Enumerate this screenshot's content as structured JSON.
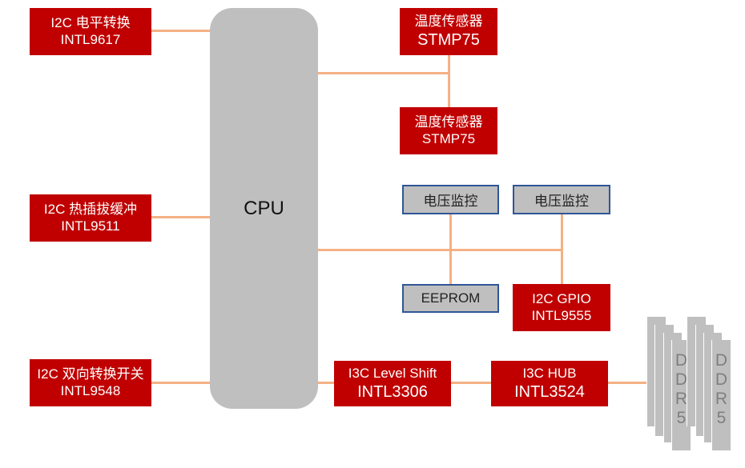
{
  "diagram": {
    "cpu": {
      "label": "CPU"
    },
    "left_blocks": [
      {
        "line1": "I2C 电平转换",
        "line2": "INTL9617"
      },
      {
        "line1": "I2C 热插拔缓冲",
        "line2": "INTL9511"
      },
      {
        "line1": "I2C 双向转换开关",
        "line2": "INTL9548"
      }
    ],
    "temp_sensors": [
      {
        "line1": "温度传感器",
        "line2": "STMP75"
      },
      {
        "line1": "温度传感器",
        "line2": "STMP75"
      }
    ],
    "voltage_monitors": [
      {
        "label": "电压监控"
      },
      {
        "label": "电压监控"
      }
    ],
    "eeprom": {
      "label": "EEPROM"
    },
    "gpio": {
      "line1": "I2C GPIO",
      "line2": "INTL9555"
    },
    "i3c_level_shift": {
      "line1": "I3C Level Shift",
      "line2": "INTL3306"
    },
    "i3c_hub": {
      "line1": "I3C HUB",
      "line2": "INTL3524"
    },
    "ddr_groups": [
      {
        "label": "D\nD\nR\n5"
      },
      {
        "label": "D\nD\nR\n5"
      }
    ],
    "colors": {
      "red_block": "#c00000",
      "gray_block": "#bfbfbf",
      "gray_border": "#2f5597",
      "connector": "#f4b183",
      "ddr_text": "#7f7f7f"
    }
  }
}
